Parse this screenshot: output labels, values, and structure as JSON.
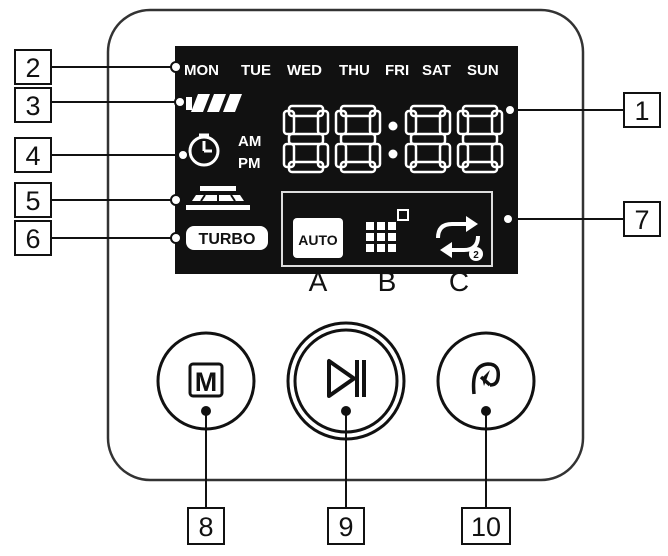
{
  "title": "",
  "display": {
    "days": [
      "MON",
      "TUE",
      "WED",
      "THU",
      "FRI",
      "SAT",
      "SUN"
    ],
    "clock_digits": [
      "8",
      "8",
      "8",
      "8"
    ],
    "am_label": "AM",
    "pm_label": "PM",
    "turbo_label": "TURBO",
    "auto_label": "AUTO",
    "repeat_sub": "2",
    "modes": [
      "A",
      "B",
      "C"
    ]
  },
  "buttons": [
    {
      "glyph": "M",
      "icon": "mode-m-icon"
    },
    {
      "glyph": "",
      "icon": "play-pause-icon"
    },
    {
      "glyph": "",
      "icon": "return-home-icon"
    }
  ],
  "callouts": [
    "1",
    "2",
    "3",
    "4",
    "5",
    "6",
    "7",
    "8",
    "9",
    "10"
  ],
  "colors": {
    "lcd": "#111111",
    "panel_border": "#333333",
    "segment": "#ffffff",
    "stroke": "#111111"
  }
}
